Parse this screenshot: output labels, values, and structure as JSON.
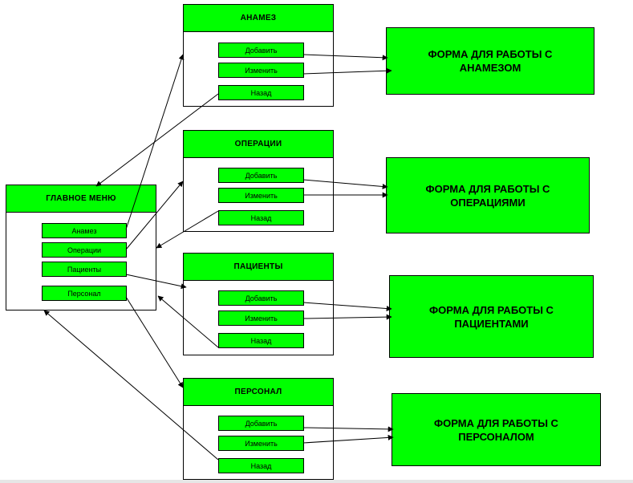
{
  "main_menu": {
    "title": "ГЛАВНОЕ МЕНЮ",
    "items": [
      "Анамез",
      "Операции",
      "Пациенты",
      "Персонал"
    ]
  },
  "submenus": [
    {
      "title": "АНАМЕЗ",
      "add": "Добавить",
      "edit": "Изменить",
      "back": "Назад"
    },
    {
      "title": "ОПЕРАЦИИ",
      "add": "Добавить",
      "edit": "Изменить",
      "back": "Назад"
    },
    {
      "title": "ПАЦИЕНТЫ",
      "add": "Добавить",
      "edit": "Изменить",
      "back": "Назад"
    },
    {
      "title": "ПЕРСОНАЛ",
      "add": "Добавить",
      "edit": "Изменить",
      "back": "Назад"
    }
  ],
  "forms": [
    "ФОРМА ДЛЯ РАБОТЫ С АНАМЕЗОМ",
    "ФОРМА ДЛЯ РАБОТЫ С ОПЕРАЦИЯМИ",
    "ФОРМА ДЛЯ РАБОТЫ С ПАЦИЕНТАМИ",
    "ФОРМА ДЛЯ РАБОТЫ С ПЕРСОНАЛОМ"
  ],
  "colors": {
    "node_fill": "#00ff00",
    "outline": "#000000",
    "background": "#ffffff"
  }
}
